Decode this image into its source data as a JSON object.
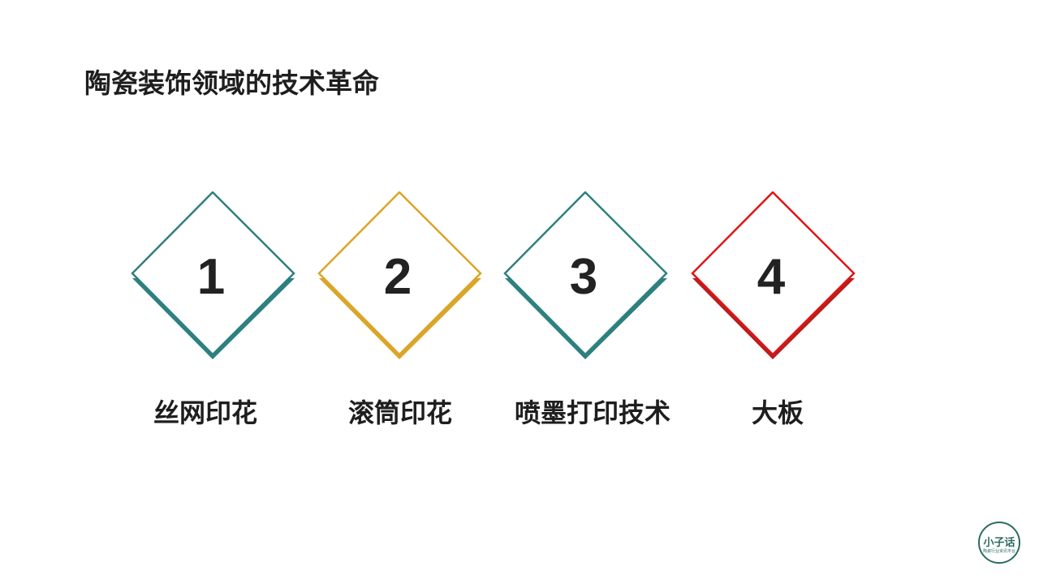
{
  "slide": {
    "title": "陶瓷装饰领域的技术革命"
  },
  "items": [
    {
      "number": "1",
      "label": "丝网印花",
      "color": "#2e8080",
      "shadow": "#2e8080"
    },
    {
      "number": "2",
      "label": "滚筒印花",
      "color": "#dba528",
      "shadow": "#dba528"
    },
    {
      "number": "3",
      "label": "喷墨打印技术",
      "color": "#2e8080",
      "shadow": "#2e8080"
    },
    {
      "number": "4",
      "label": "大板",
      "color": "#e01414",
      "shadow": "#b81e1e"
    }
  ],
  "logo": {
    "text": "小子话",
    "subtext": "陶瓷行业资讯平台",
    "color": "#2d6b62"
  }
}
